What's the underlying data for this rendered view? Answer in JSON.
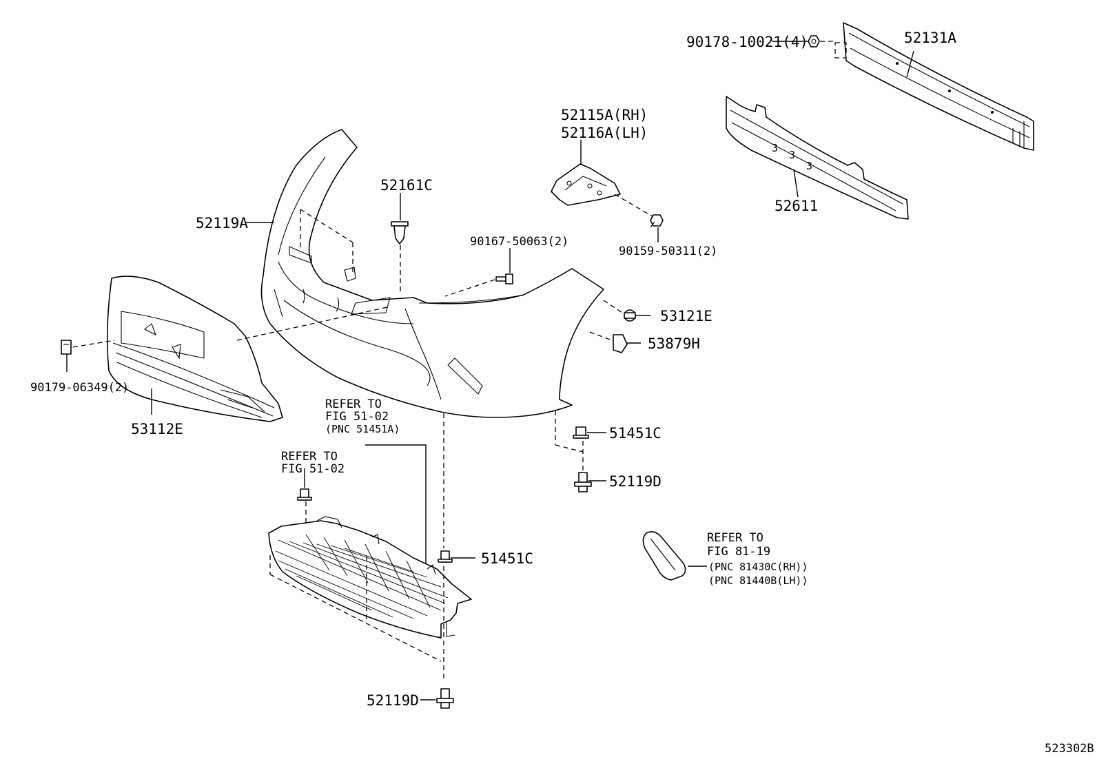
{
  "labels": {
    "l_90178": "90178-10021(4)",
    "l_52131A": "52131A",
    "l_52115A": "52115A(RH)",
    "l_52116A": "52116A(LH)",
    "l_52611": "52611",
    "l_52161C": "52161C",
    "l_52119A": "52119A",
    "l_90167": "90167-50063(2)",
    "l_90159": "90159-50311(2)",
    "l_53121E": "53121E",
    "l_53879H": "53879H",
    "l_90179": "90179-06349(2)",
    "l_53112E": "53112E",
    "l_ref1_a": "REFER TO",
    "l_ref1_b": "FIG 51-02",
    "l_ref1_c": "(PNC 51451A)",
    "l_ref2_a": "REFER TO",
    "l_ref2_b": "FIG 51-02",
    "l_51451C_a": "51451C",
    "l_52119D_a": "52119D",
    "l_51451C_b": "51451C",
    "l_52119D_b": "52119D",
    "l_ref3_a": "REFER TO",
    "l_ref3_b": "FIG 81-19",
    "l_ref3_c": "(PNC 81430C(RH))",
    "l_ref3_d": "(PNC 81440B(LH))",
    "diagram_id": "523302B"
  }
}
